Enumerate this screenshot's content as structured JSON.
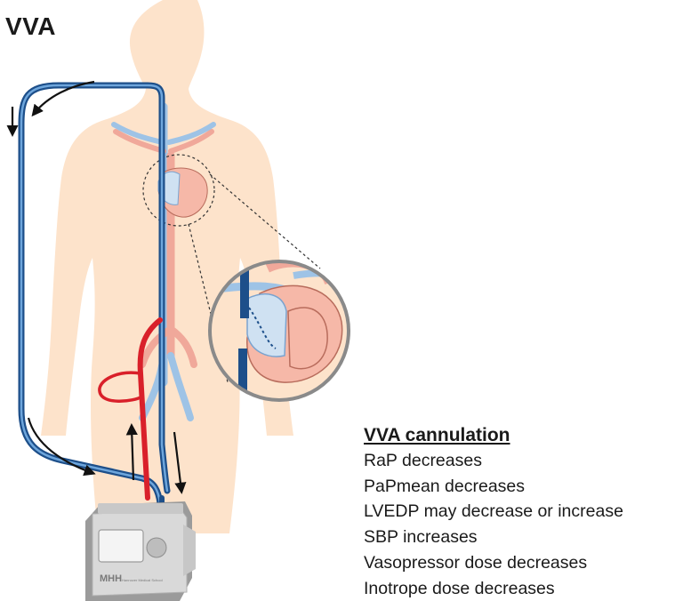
{
  "title": "VVA",
  "effects": {
    "heading": "VVA cannulation",
    "items": [
      "RaP decreases",
      "PaPmean decreases",
      "LVEDP may decrease or increase",
      "SBP increases",
      "Vasopressor dose decreases",
      "Inotrope dose decreases"
    ]
  },
  "device": {
    "logo": "MHH",
    "logo_subtext": "Hannover Medical School"
  },
  "colors": {
    "body": "#fde3cb",
    "venous": "#2d6db3",
    "venous_dark": "#1d4f8a",
    "arterial": "#d9202a",
    "vessel_pink": "#f0a89a",
    "device": "#d9d9d9",
    "device_dark": "#9b9b9b",
    "arrow": "#111111"
  }
}
